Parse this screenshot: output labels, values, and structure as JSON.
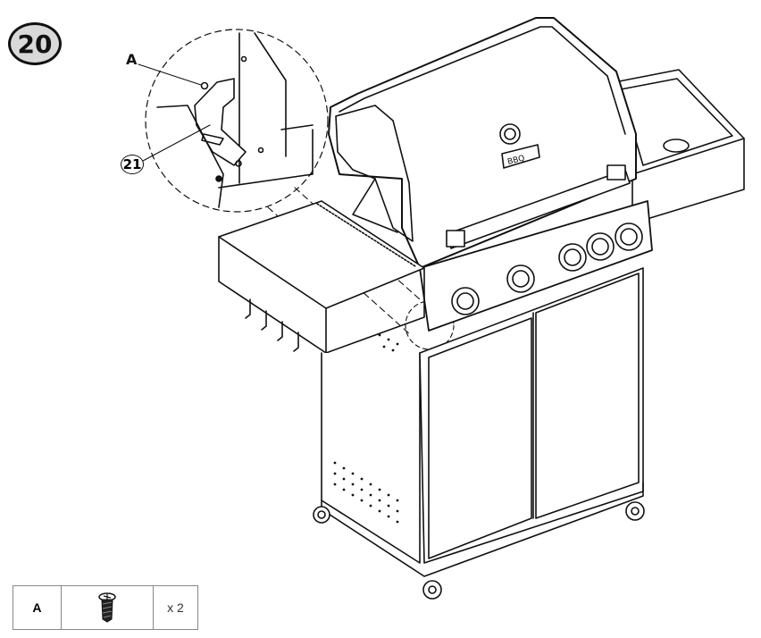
{
  "step": {
    "number": "20"
  },
  "callouts": {
    "fastener_letter": "A",
    "part_number": "21"
  },
  "parts_table": {
    "letter": "A",
    "quantity": "x 2",
    "icon": "screw-icon"
  },
  "logo": {
    "text": "BBQ"
  },
  "colors": {
    "line": "#111111",
    "badge_fill": "#d9d9d9",
    "background": "#ffffff"
  }
}
